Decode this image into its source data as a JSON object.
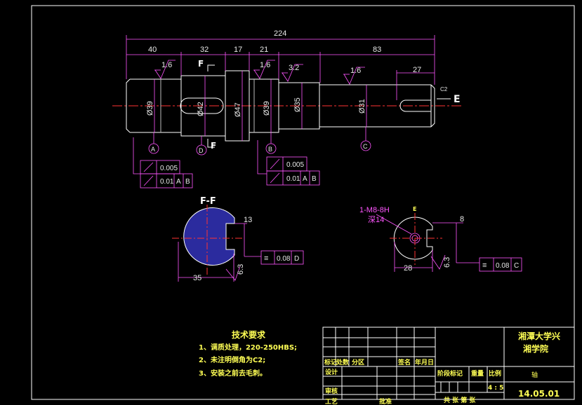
{
  "drawing": {
    "dimensions": {
      "overall": "224",
      "seg1": "40",
      "seg2": "32",
      "seg3": "17",
      "seg4": "21",
      "seg5": "83",
      "keyway_len": "27",
      "chamfer": "C2",
      "dia1": "Ø39",
      "dia2": "Ø42",
      "dia3": "Ø47",
      "dia4": "Ø39",
      "dia5": "Ø35",
      "dia6": "Ø31",
      "roughness1": "1.6",
      "roughness2": "1.6",
      "roughness3": "3.2",
      "roughness4": "1.6"
    },
    "section_marks": {
      "f_top": "F",
      "f_bottom": "F",
      "view_e": "E"
    },
    "datums": {
      "a": "A",
      "d": "D",
      "b": "B",
      "c": "C"
    },
    "tolerance_left": {
      "row1_value": "0.005",
      "row2_value": "0.01",
      "row2_ref1": "A",
      "row2_ref2": "B"
    },
    "tolerance_right": {
      "row1_value": "0.005",
      "row2_value": "0.01",
      "row2_ref1": "A",
      "row2_ref2": "B"
    },
    "section_ff": {
      "title": "F-F",
      "keyway_depth": "13",
      "width": "35",
      "roughness": "6.3",
      "symmetry_value": "0.08",
      "symmetry_ref": "D"
    },
    "section_e": {
      "title": "E",
      "thread": "1-M8-8H",
      "depth_label": "深14",
      "width": "28",
      "slot": "8",
      "roughness": "6.3",
      "symmetry_value": "0.08",
      "symmetry_ref": "C"
    }
  },
  "requirements": {
    "title": "技术要求",
    "items": [
      "1、调质处理，220-250HBS;",
      "2、未注明倒角为C2;",
      "3、安装之前去毛刺。"
    ]
  },
  "title_block": {
    "school_line1": "湘潭大学兴",
    "school_line2": "湘学院",
    "part_name": "轴",
    "drawing_no": "14.05.01",
    "header_row": [
      "标记",
      "处数",
      "分区",
      "",
      "签名",
      "年月日"
    ],
    "design": "设计",
    "review": "审核",
    "process": "工艺",
    "approve": "批准",
    "stage_mark": "阶段标记",
    "weight": "重量",
    "scale_label": "比例",
    "scale_value": "4 : 5",
    "sheets": "共  张  第  张"
  },
  "colors": {
    "background": "#000000",
    "outline": "#ffffff",
    "dimension": "#ff55ff",
    "centerline": "#ff3333",
    "hatch": "#3333aa",
    "text": "#ffff55",
    "frame": "#ffffff"
  }
}
